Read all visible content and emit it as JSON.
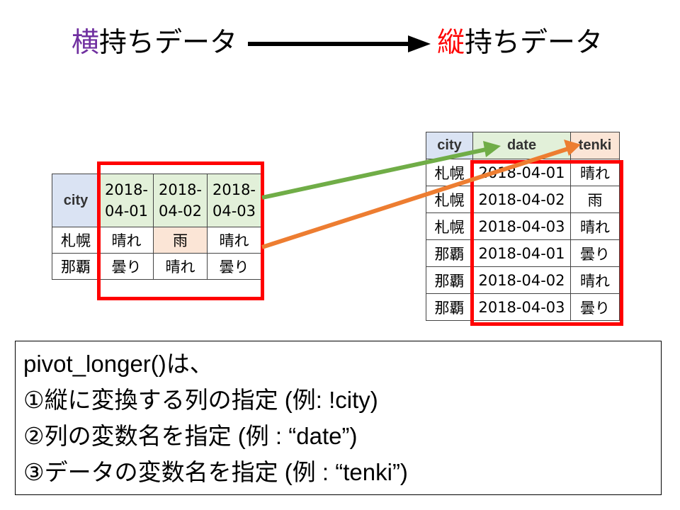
{
  "title": {
    "left_kanji": "横",
    "left_rest": "持ちデータ",
    "right_kanji": "縦",
    "right_rest": "持ちデータ"
  },
  "wide_table": {
    "header": [
      "city",
      "2018-\n04-01",
      "2018-\n04-02",
      "2018-\n04-03"
    ],
    "rows": [
      [
        "札幌",
        "晴れ",
        "雨",
        "晴れ"
      ],
      [
        "那覇",
        "曇り",
        "晴れ",
        "曇り"
      ]
    ]
  },
  "long_table": {
    "header": [
      "city",
      "date",
      "tenki"
    ],
    "rows": [
      [
        "札幌",
        "2018-04-01",
        "晴れ"
      ],
      [
        "札幌",
        "2018-04-02",
        "雨"
      ],
      [
        "札幌",
        "2018-04-03",
        "晴れ"
      ],
      [
        "那覇",
        "2018-04-01",
        "曇り"
      ],
      [
        "那覇",
        "2018-04-02",
        "晴れ"
      ],
      [
        "那覇",
        "2018-04-03",
        "曇り"
      ]
    ]
  },
  "note": {
    "lines": [
      "pivot_longer()は、",
      "①縦に変換する列の指定 (例: !city)",
      "②列の変数名を指定 (例 : “date”)",
      "③データの変数名を指定 (例 : “tenki”)"
    ]
  },
  "colors": {
    "purple": "#7030a0",
    "red": "#ff0000",
    "green_arrow": "#70ad47",
    "orange_arrow": "#ed7d31",
    "city_fill": "#dae3f3",
    "date_fill": "#e2f0d9",
    "tenki_fill": "#fbe5d6"
  }
}
